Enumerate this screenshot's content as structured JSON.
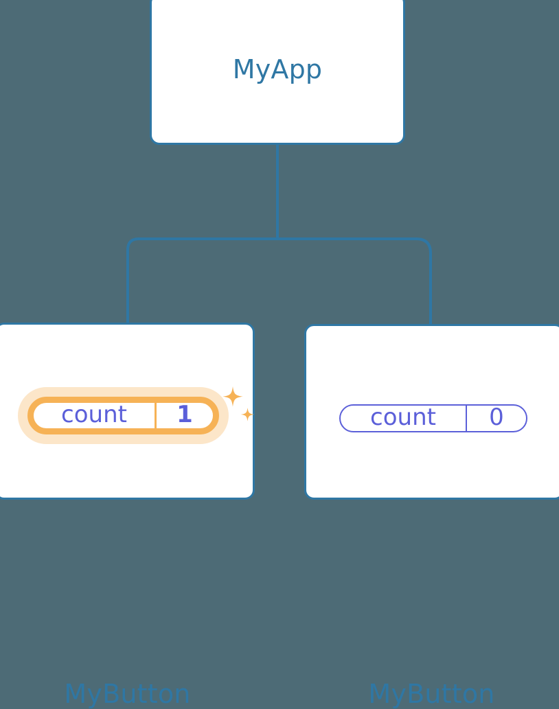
{
  "diagram": {
    "type": "component-tree",
    "background_color": "#4d6b76",
    "connector_color": "#2f77a4",
    "nodes": [
      {
        "id": "app",
        "label": "MyApp",
        "role": "root-component",
        "title_color": "#2f77a4",
        "border_color": "#2f77a4",
        "fill_color": "#ffffff"
      },
      {
        "id": "button-left",
        "label": "MyButton",
        "role": "child-component",
        "highlighted": true,
        "state": {
          "key": "count",
          "value": "1",
          "key_color": "#5b5fd9",
          "value_color": "#5b5fd9",
          "pill_border_color": "#f6b256",
          "glow_color": "#f6b256"
        },
        "decorations": [
          "sparkle-large",
          "sparkle-small"
        ]
      },
      {
        "id": "button-right",
        "label": "MyButton",
        "role": "child-component",
        "highlighted": false,
        "state": {
          "key": "count",
          "value": "0",
          "key_color": "#5b5fd9",
          "value_color": "#5b5fd9",
          "pill_border_color": "#5b5fd9"
        }
      }
    ],
    "edges": [
      {
        "from": "app",
        "to": "button-left"
      },
      {
        "from": "app",
        "to": "button-right"
      }
    ]
  }
}
